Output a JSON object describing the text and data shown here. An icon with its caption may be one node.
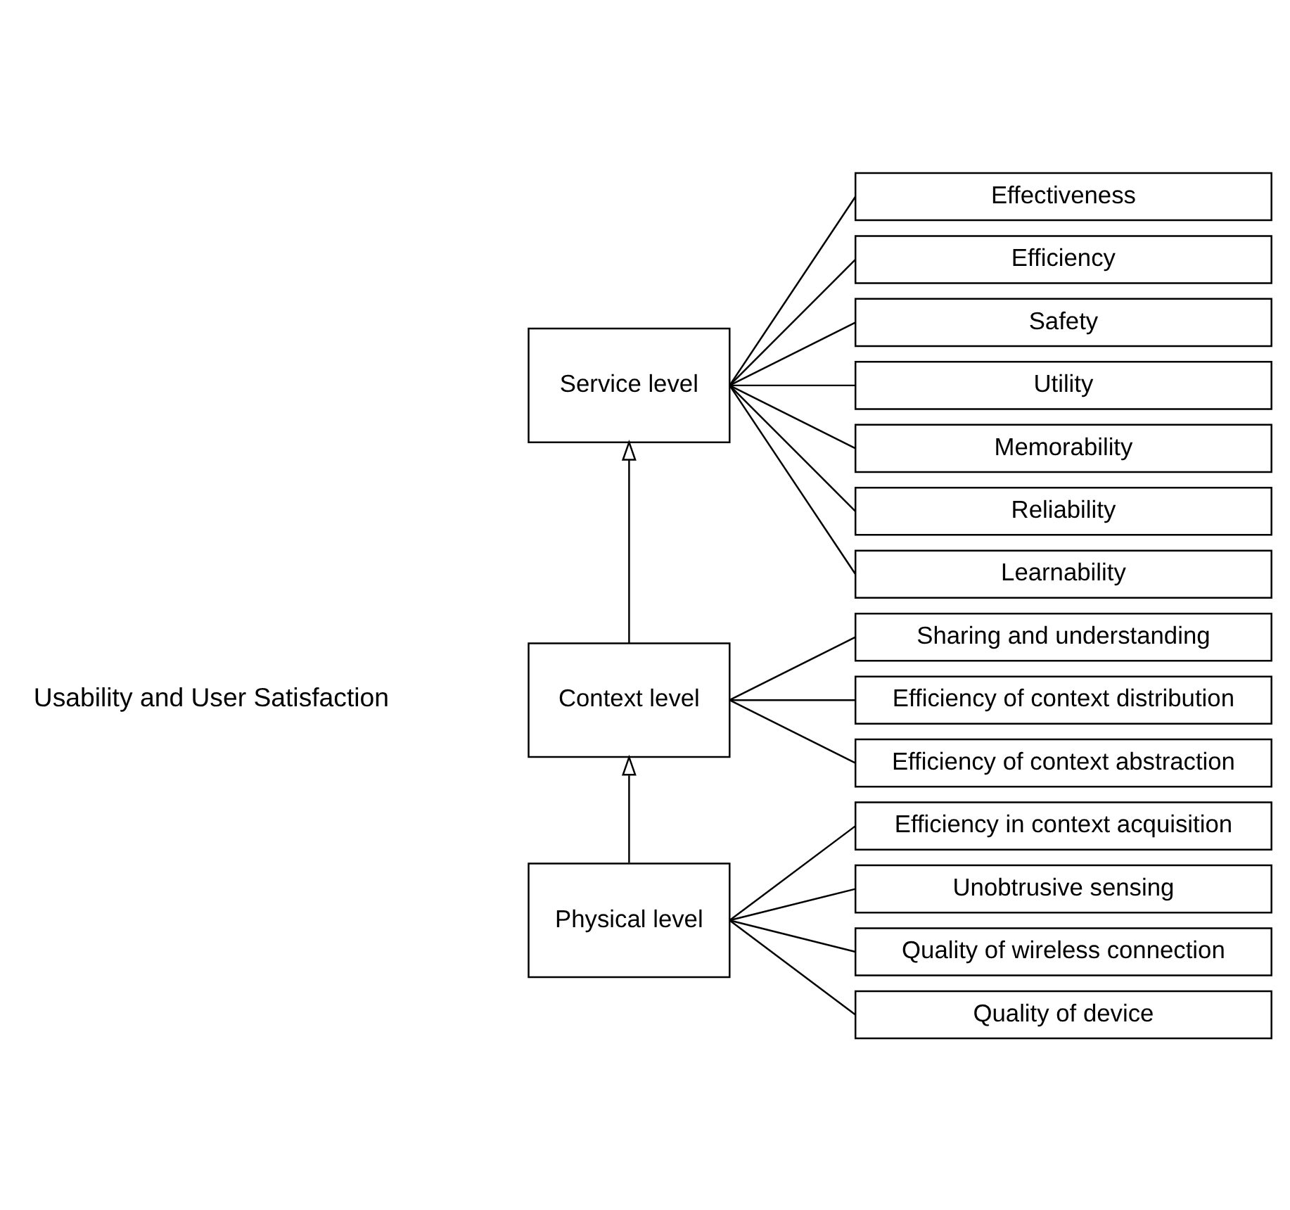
{
  "diagram": {
    "nodes": [
      {
        "text": [
          "Service level"
        ]
      },
      {
        "text": [
          "Context level"
        ]
      },
      {
        "text": [
          "Physical level"
        ]
      },
      {
        "text": [
          "Effectiveness"
        ]
      },
      {
        "text": [
          "Efficiency"
        ]
      },
      {
        "text": [
          "Safety"
        ]
      },
      {
        "text": [
          "Utility"
        ]
      },
      {
        "text": [
          "Memorability"
        ]
      },
      {
        "text": [
          "Reliability"
        ]
      },
      {
        "text": [
          "Learnability"
        ]
      },
      {
        "text": [
          "Sharing and understanding"
        ]
      },
      {
        "text": [
          "Efficiency of context distribution"
        ]
      },
      {
        "text": [
          "Efficiency of context abstraction"
        ]
      },
      {
        "text": [
          "Efficiency in context acquisition"
        ]
      },
      {
        "text": [
          "Unobtrusive sensing"
        ]
      },
      {
        "text": [
          "Quality of wireless connection"
        ]
      },
      {
        "text": [
          "Quality of device"
        ]
      }
    ],
    "edges": [
      {
        "from": 2,
        "to": 1,
        "arrow": "to"
      },
      {
        "from": 1,
        "to": 0,
        "arrow": "to"
      },
      {
        "from": 0,
        "to": 3,
        "arrow": "none"
      },
      {
        "from": 0,
        "to": 4,
        "arrow": "none"
      },
      {
        "from": 0,
        "to": 5,
        "arrow": "none"
      },
      {
        "from": 0,
        "to": 6,
        "arrow": "none"
      },
      {
        "from": 0,
        "to": 7,
        "arrow": "none"
      },
      {
        "from": 0,
        "to": 8,
        "arrow": "none"
      },
      {
        "from": 0,
        "to": 9,
        "arrow": "none"
      },
      {
        "from": 1,
        "to": 10,
        "arrow": "none"
      },
      {
        "from": 1,
        "to": 11,
        "arrow": "none"
      },
      {
        "from": 1,
        "to": 12,
        "arrow": "none"
      },
      {
        "from": 2,
        "to": 13,
        "arrow": "none"
      },
      {
        "from": 2,
        "to": 14,
        "arrow": "none"
      },
      {
        "from": 2,
        "to": 15,
        "arrow": "none"
      },
      {
        "from": 2,
        "to": 16,
        "arrow": "none"
      }
    ],
    "labels": [
      "Usability and User Satisfaction"
    ]
  }
}
